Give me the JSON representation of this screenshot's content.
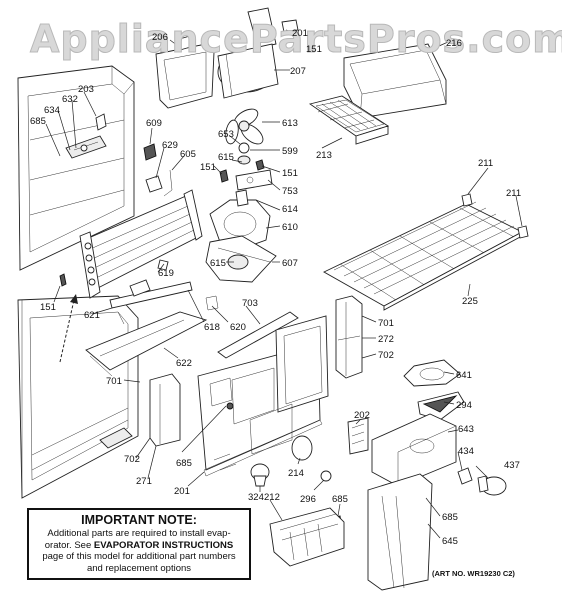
{
  "watermark": "AppliancePartsPros.com",
  "part_numbers": [
    "206",
    "201",
    "151",
    "207",
    "216",
    "203",
    "632",
    "634",
    "685",
    "609",
    "629",
    "605",
    "613",
    "653",
    "599",
    "615",
    "151",
    "151",
    "753",
    "614",
    "610",
    "211",
    "211",
    "213",
    "615",
    "607",
    "619",
    "621",
    "618",
    "620",
    "703",
    "701",
    "272",
    "702",
    "225",
    "622",
    "701",
    "641",
    "294",
    "202",
    "643",
    "434",
    "437",
    "685",
    "214",
    "702",
    "271",
    "201",
    "324",
    "212",
    "296",
    "685",
    "685",
    "645",
    "151"
  ],
  "note": {
    "title": "IMPORTANT NOTE:",
    "line1": "Additional parts are required to install evap-",
    "line2_prefix": "orator.  See ",
    "line2_bold": "EVAPORATOR INSTRUCTIONS",
    "line3": "page of this model for additional part numbers",
    "line4": "and replacement options"
  },
  "art_number": "(ART NO. WR19230 C2)"
}
